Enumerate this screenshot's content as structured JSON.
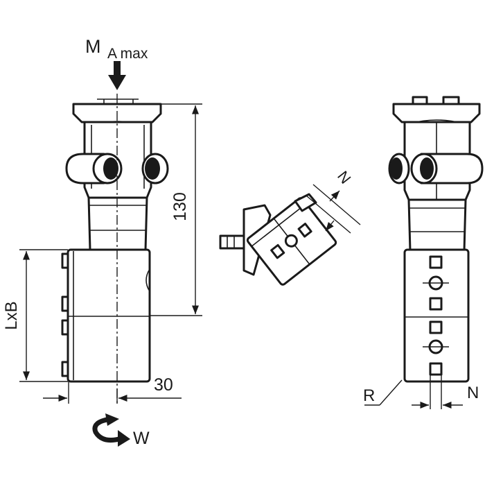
{
  "labels": {
    "moment_main": "M",
    "moment_sub": "A max",
    "height_dim": "130",
    "length_dim": "LxB",
    "width_dim": "30",
    "rotation": "W",
    "angle_dim": "N",
    "radius": "R",
    "side_dim": "N"
  },
  "colors": {
    "line": "#1a1a1a",
    "background": "#ffffff"
  },
  "icons": {
    "force_arrow": "arrow-down-icon",
    "rotation_arrow": "rotation-arrow-icon"
  }
}
